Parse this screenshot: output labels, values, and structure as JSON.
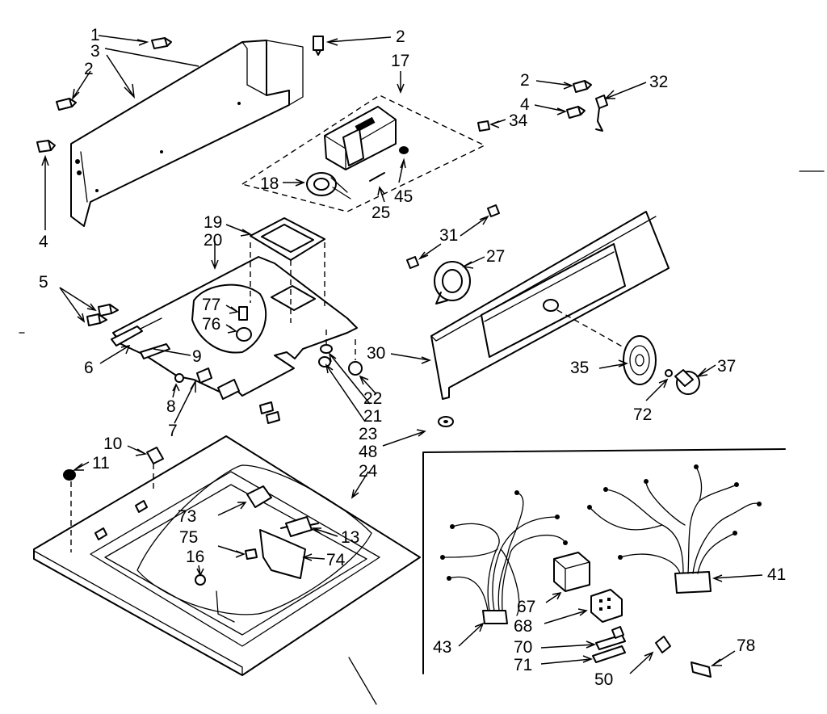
{
  "diagram": {
    "callouts": [
      {
        "id": "c1",
        "text": "1"
      },
      {
        "id": "c3",
        "text": "3"
      },
      {
        "id": "c2a",
        "text": "2"
      },
      {
        "id": "c4a",
        "text": "4"
      },
      {
        "id": "c2b",
        "text": "2"
      },
      {
        "id": "c17",
        "text": "17"
      },
      {
        "id": "c2c",
        "text": "2"
      },
      {
        "id": "c32",
        "text": "32"
      },
      {
        "id": "c4b",
        "text": "4"
      },
      {
        "id": "c34",
        "text": "34"
      },
      {
        "id": "c18",
        "text": "18"
      },
      {
        "id": "c45",
        "text": "45"
      },
      {
        "id": "c25",
        "text": "25"
      },
      {
        "id": "c19",
        "text": "19"
      },
      {
        "id": "c20",
        "text": "20"
      },
      {
        "id": "c31",
        "text": "31"
      },
      {
        "id": "c27",
        "text": "27"
      },
      {
        "id": "c5",
        "text": "5"
      },
      {
        "id": "c77",
        "text": "77"
      },
      {
        "id": "c76",
        "text": "76"
      },
      {
        "id": "c6",
        "text": "6"
      },
      {
        "id": "c9",
        "text": "9"
      },
      {
        "id": "c30",
        "text": "30"
      },
      {
        "id": "c35",
        "text": "35"
      },
      {
        "id": "c37",
        "text": "37"
      },
      {
        "id": "c8",
        "text": "8"
      },
      {
        "id": "c7",
        "text": "7"
      },
      {
        "id": "c22",
        "text": "22"
      },
      {
        "id": "c21",
        "text": "21"
      },
      {
        "id": "c23",
        "text": "23"
      },
      {
        "id": "c48",
        "text": "48"
      },
      {
        "id": "c72",
        "text": "72"
      },
      {
        "id": "c10",
        "text": "10"
      },
      {
        "id": "c11",
        "text": "11"
      },
      {
        "id": "c24",
        "text": "24"
      },
      {
        "id": "c73",
        "text": "73"
      },
      {
        "id": "c13",
        "text": "13"
      },
      {
        "id": "c75",
        "text": "75"
      },
      {
        "id": "c74",
        "text": "74"
      },
      {
        "id": "c16",
        "text": "16"
      },
      {
        "id": "c41",
        "text": "41"
      },
      {
        "id": "c67",
        "text": "67"
      },
      {
        "id": "c43",
        "text": "43"
      },
      {
        "id": "c68",
        "text": "68"
      },
      {
        "id": "c70",
        "text": "70"
      },
      {
        "id": "c71",
        "text": "71"
      },
      {
        "id": "c50",
        "text": "50"
      },
      {
        "id": "c78",
        "text": "78"
      },
      {
        "id": "c4c",
        "text": "4"
      }
    ]
  }
}
